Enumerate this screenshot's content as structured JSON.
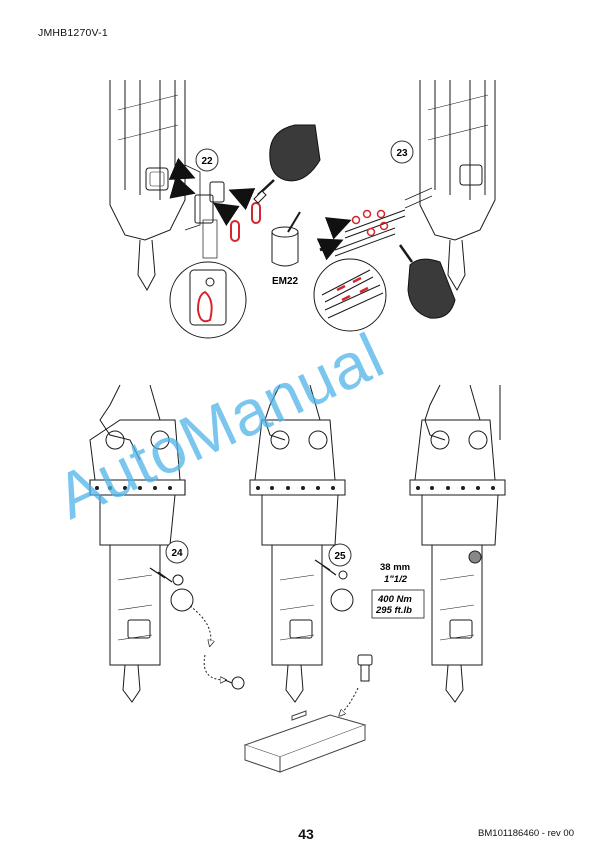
{
  "header": {
    "document_code": "JMHB1270V-1"
  },
  "footer": {
    "page_number": "43",
    "reference": "BM101186460 - rev 00"
  },
  "figures": {
    "step_22": {
      "number": "22",
      "compound_label": "EM22"
    },
    "step_23": {
      "number": "23"
    },
    "step_24": {
      "number": "24"
    },
    "step_25": {
      "number": "25",
      "size_mm": "38 mm",
      "size_inch": "1\"1/2",
      "torque_nm": "400 Nm",
      "torque_ftlb": "295 ft.lb"
    }
  },
  "watermark": {
    "text": "AutoManual",
    "color": "#4fb3e8"
  },
  "colors": {
    "seal_red": "#d6252b",
    "line": "#1a1a1a",
    "glove": "#3a3a3a"
  }
}
